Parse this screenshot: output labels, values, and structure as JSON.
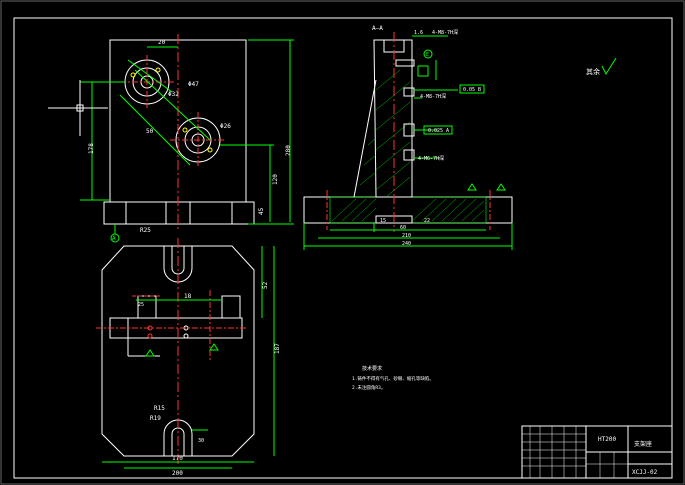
{
  "drawing": {
    "front_view": {
      "dim_top_width": "20",
      "dim_hole_large": "Φ47",
      "dim_hole_bore": "Φ32",
      "dim_hole_small": "Φ26",
      "dim_angle_line": "50",
      "dim_left_height": "178",
      "dim_right_height": "120",
      "dim_overall_height": "280",
      "dim_base_label": "45",
      "section_mark": "A",
      "base_feature": "R25"
    },
    "side_view": {
      "section_label": "A—A",
      "roughness_top": "1.6",
      "tol_top": "0.05",
      "tol_mid": "0.025",
      "tol_box_b": "B",
      "tol_box_a": "A",
      "note_1": "4-M8-7H深",
      "note_2": "4-M8-7H深",
      "note_3": "4-M6-7H深",
      "datum_e": "E",
      "dim_bottom_1": "60",
      "dim_bottom_2": "210",
      "dim_bottom_3": "240",
      "dim_bottom_small": "22",
      "dim_center": "15"
    },
    "plan_view": {
      "dim_r19": "R19",
      "dim_slot": "R15",
      "dim_center_w": "18",
      "dim_right_1": "52",
      "dim_right_2": "187",
      "dim_bottom_w": "170",
      "dim_bottom_w2": "200",
      "dim_small_1": "25",
      "dim_small_2": "30"
    },
    "roughness_symbol_label": "其余",
    "tech_req": {
      "title": "技术要求",
      "line_1": "1.铸件不得有气孔、砂眼、缩孔等缺陷。",
      "line_2": "2.未注圆角R3。"
    },
    "title_block": {
      "material": "HT200",
      "part_name": "支架座",
      "drawing_no": "XCJJ-02"
    }
  }
}
